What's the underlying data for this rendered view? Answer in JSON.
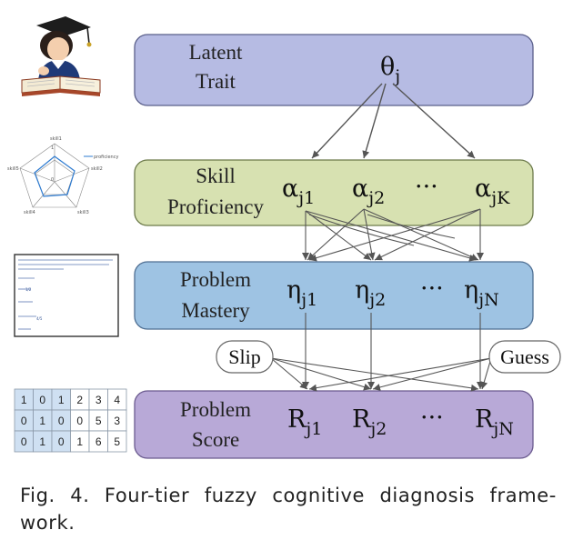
{
  "tiers": [
    {
      "label_lines": [
        "Latent",
        "Trait"
      ],
      "symbols": [
        {
          "base": "θ",
          "sub": "j"
        }
      ],
      "fill": "#b6bbe3"
    },
    {
      "label_lines": [
        "Skill",
        "Proficiency"
      ],
      "symbols": [
        {
          "base": "α",
          "sub": "j1"
        },
        {
          "base": "α",
          "sub": "j2"
        },
        {
          "base": "···",
          "sub": ""
        },
        {
          "base": "α",
          "sub": "jK"
        }
      ],
      "fill": "#d7e1b1"
    },
    {
      "label_lines": [
        "Problem",
        "Mastery"
      ],
      "symbols": [
        {
          "base": "η",
          "sub": "j1"
        },
        {
          "base": "η",
          "sub": "j2"
        },
        {
          "base": "···",
          "sub": ""
        },
        {
          "base": "η",
          "sub": "jN"
        }
      ],
      "fill": "#9ec3e3"
    },
    {
      "label_lines": [
        "Problem",
        "Score"
      ],
      "symbols": [
        {
          "base": "R",
          "sub": "j1"
        },
        {
          "base": "R",
          "sub": "j2"
        },
        {
          "base": "···",
          "sub": ""
        },
        {
          "base": "R",
          "sub": "jN"
        }
      ],
      "fill": "#b8a9d7"
    }
  ],
  "pills": {
    "slip": "Slip",
    "guess": "Guess"
  },
  "radar": {
    "axes": [
      "skill1",
      "skill2",
      "skill3",
      "skill4",
      "skill5"
    ],
    "legend": "proficiency",
    "ring_labels": [
      "1",
      "0"
    ]
  },
  "score_grid": [
    [
      "1",
      "0",
      "1",
      "2",
      "3",
      "4"
    ],
    [
      "0",
      "1",
      "0",
      "0",
      "5",
      "3"
    ],
    [
      "0",
      "1",
      "0",
      "1",
      "6",
      "5"
    ]
  ],
  "caption": "Fig. 4. Four-tier fuzzy cognitive diagnosis frame-work."
}
